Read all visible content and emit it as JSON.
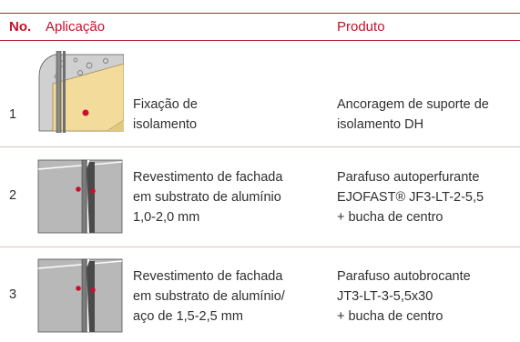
{
  "header": {
    "no": "No.",
    "application": "Aplicação",
    "product": "Produto"
  },
  "rows": [
    {
      "number": "1",
      "image_icon": "insulation-fixing-illustration",
      "application_lines": [
        "Fixação de",
        "isolamento"
      ],
      "product_lines": [
        "Ancoragem de suporte de",
        "isolamento DH"
      ]
    },
    {
      "number": "2",
      "image_icon": "aluminium-facade-illustration",
      "application_lines": [
        "Revestimento de fachada",
        "em substrato de alumínio",
        "1,0-2,0 mm"
      ],
      "product_lines": [
        "Parafuso autoperfurante",
        "EJOFAST® JF3-LT-2-5,5",
        "+ bucha de centro"
      ]
    },
    {
      "number": "3",
      "image_icon": "steel-facade-illustration",
      "application_lines": [
        "Revestimento de fachada",
        "em substrato de alumínio/",
        "aço de 1,5-2,5 mm"
      ],
      "product_lines": [
        "Parafuso autobrocante",
        "JT3-LT-3-5,5x30",
        "+ bucha de centro"
      ]
    }
  ],
  "colors": {
    "accent": "#c8102e",
    "rule": "#d8c2c0",
    "text": "#2f2f2f",
    "panel": "#b5b5b5"
  }
}
